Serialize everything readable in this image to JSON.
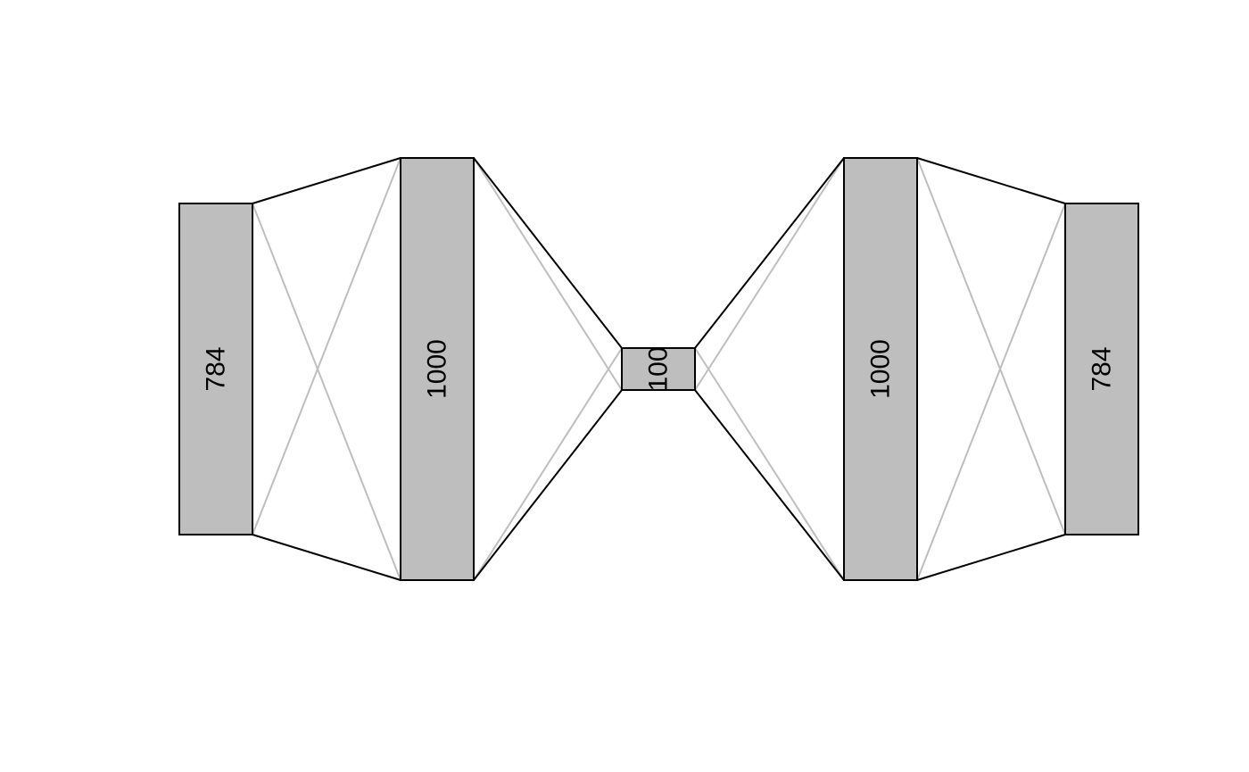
{
  "diagram": {
    "type": "autoencoder-architecture",
    "colors": {
      "box_fill": "#bebebe",
      "box_stroke": "#000000",
      "outer_edge": "#000000",
      "cross_edge": "#bebebe",
      "background": "#ffffff"
    },
    "layers": [
      {
        "id": "input",
        "label": "784"
      },
      {
        "id": "encoder-hidden",
        "label": "1000"
      },
      {
        "id": "bottleneck",
        "label": "100"
      },
      {
        "id": "decoder-hidden",
        "label": "1000"
      },
      {
        "id": "output",
        "label": "784"
      }
    ]
  }
}
